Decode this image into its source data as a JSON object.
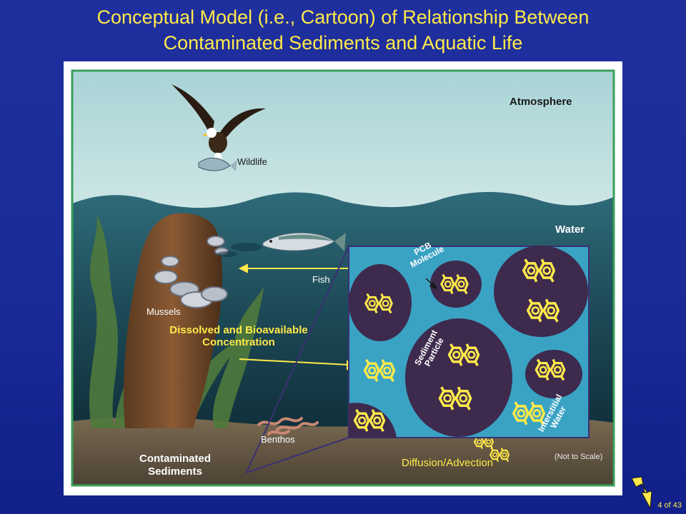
{
  "title": {
    "line1": "Conceptual Model (i.e., Cartoon) of Relationship Between",
    "line2": "Contaminated Sediments and Aquatic Life"
  },
  "labels": {
    "atmosphere": "Atmosphere",
    "water": "Water",
    "wildlife": "Wildlife",
    "fish": "Fish",
    "mussels": "Mussels",
    "benthos": "Benthos",
    "dissolved_line1": "Dissolved and Bioavailable",
    "dissolved_line2": "Concentration",
    "contaminated_line1": "Contaminated",
    "contaminated_line2": "Sediments",
    "diffusion": "Diffusion/Advection",
    "not_to_scale": "(Not to Scale)",
    "pcb_line1": "PCB",
    "pcb_line2": "Molecule",
    "sediment_line1": "Sediment",
    "sediment_line2": "Particle",
    "interstitial_line1": "Interstitial",
    "interstitial_line2": "Water"
  },
  "slide_number": "4 of 43",
  "colors": {
    "background": "#1a2a97",
    "title": "#ffe94a",
    "sky": "#b7d9da",
    "water": "#1d4a57",
    "sediment": "#6b5d48",
    "inset_water": "#3aa3c4",
    "particle": "#3d2a4d",
    "pcb": "#ffe94a"
  },
  "icons": [
    "eagle-icon",
    "salmon-icon",
    "mussel-icon",
    "worm-icon",
    "arrow-icon",
    "pcb-molecule-icon",
    "lightning-icon"
  ]
}
